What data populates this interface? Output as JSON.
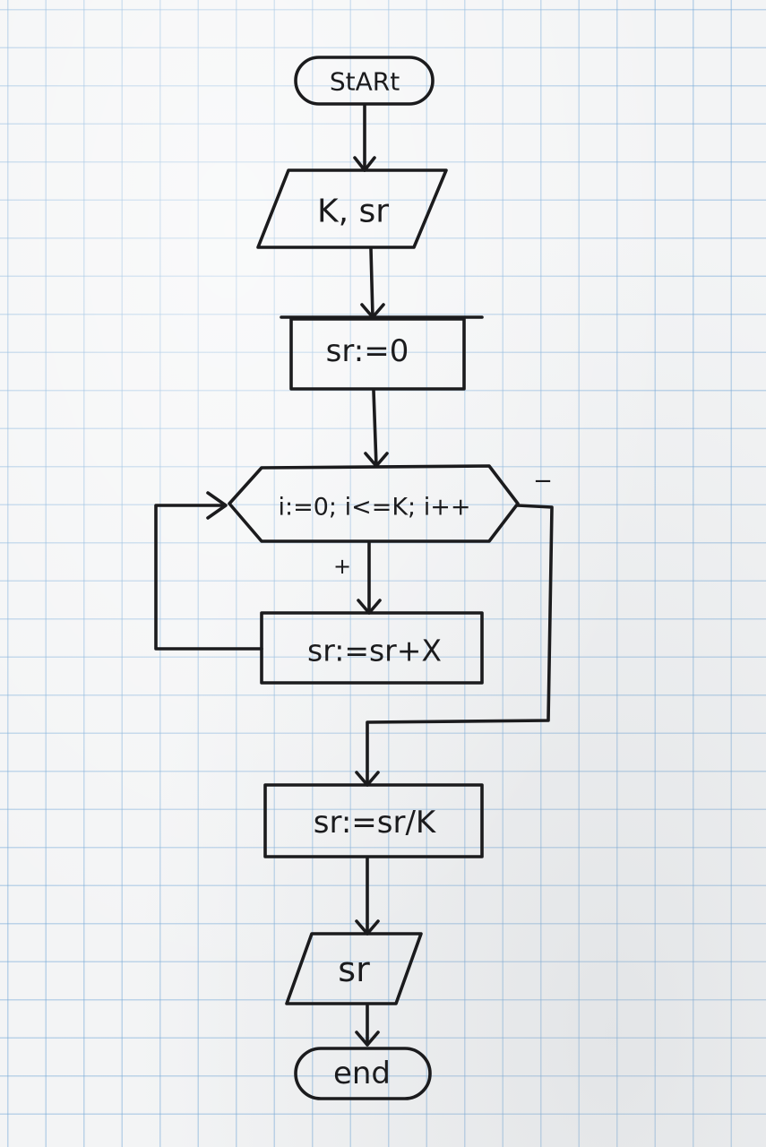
{
  "flowchart": {
    "start": "StARt",
    "input": "K, sr",
    "init": "sr:=0",
    "loop": "i:=0; i<=K; i++",
    "loop_true_mark": "+",
    "loop_false_mark": "−",
    "body": "sr:=sr+X",
    "divide": "sr:=sr/K",
    "output": "sr",
    "end": "end"
  }
}
